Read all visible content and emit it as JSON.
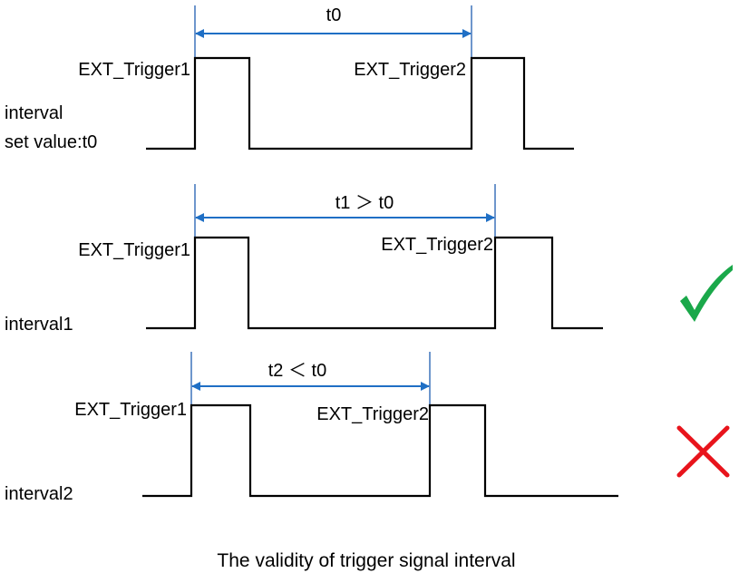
{
  "diagram": {
    "panel1": {
      "interval_label": "t0",
      "trigger1": "EXT_Trigger1",
      "trigger2": "EXT_Trigger2",
      "signal_label_line1": "interval",
      "signal_label_line2": "set value:t0"
    },
    "panel2": {
      "interval_label": "t1 ＞ t0",
      "trigger1": "EXT_Trigger1",
      "trigger2": "EXT_Trigger2",
      "signal_label": "interval1",
      "verdict": "valid",
      "verdict_icon": "check-icon",
      "verdict_color": "#1aa84a"
    },
    "panel3": {
      "interval_label": "t2 ＜ t0",
      "trigger1": "EXT_Trigger1",
      "trigger2": "EXT_Trigger2",
      "signal_label": "interval2",
      "verdict": "invalid",
      "verdict_icon": "cross-icon",
      "verdict_color": "#e8141c"
    },
    "caption": "The validity of trigger signal interval"
  }
}
